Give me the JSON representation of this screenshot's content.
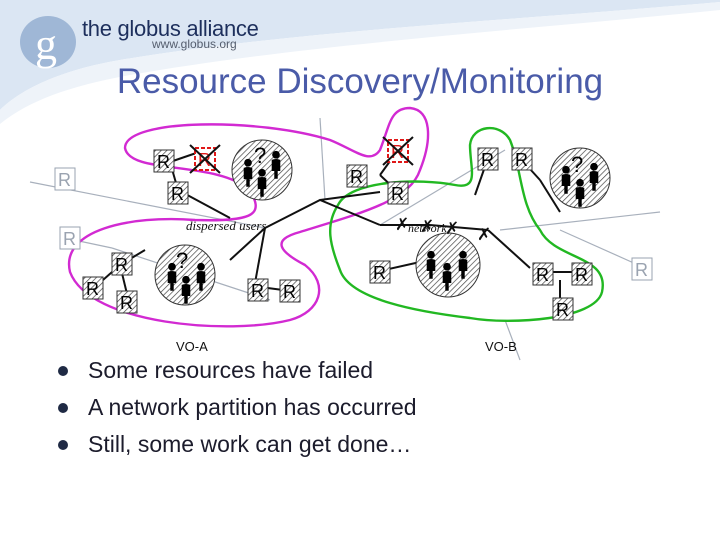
{
  "header": {
    "logo_name": "the globus alliance",
    "logo_url": "www.globus.org",
    "logo_glyph": "g"
  },
  "slide": {
    "title": "Resource Discovery/Monitoring"
  },
  "diagram": {
    "resource_label": "R",
    "unknown_label": "?",
    "failed_mark": "✗",
    "labels": {
      "dispersed_users": "dispersed users",
      "network": "network",
      "vo_a": "VO-A",
      "vo_b": "VO-B"
    },
    "colors": {
      "vo_a_outline": "#d22ad2",
      "vo_b_outline": "#22b822",
      "failed": "#e01818",
      "link": "#111111",
      "faint_link": "#a8b0bc",
      "hatch": "#444444"
    }
  },
  "bullets": [
    "Some resources have failed",
    "A network partition has occurred",
    "Still, some work can get done…"
  ]
}
